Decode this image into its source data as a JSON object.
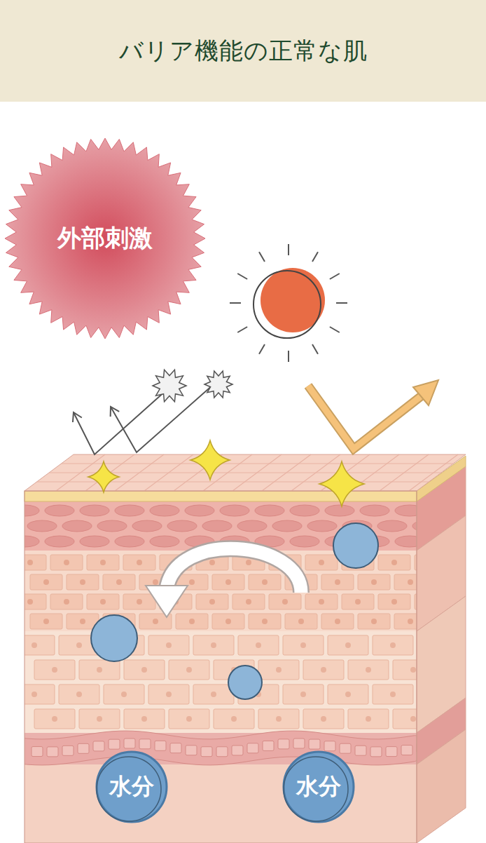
{
  "diagram": {
    "title": "バリア機能の正常な肌",
    "nodes": [
      {
        "text": [
          "外部刺激"
        ]
      },
      {
        "text": [
          "水分"
        ]
      },
      {
        "text": [
          "水分"
        ]
      }
    ]
  }
}
